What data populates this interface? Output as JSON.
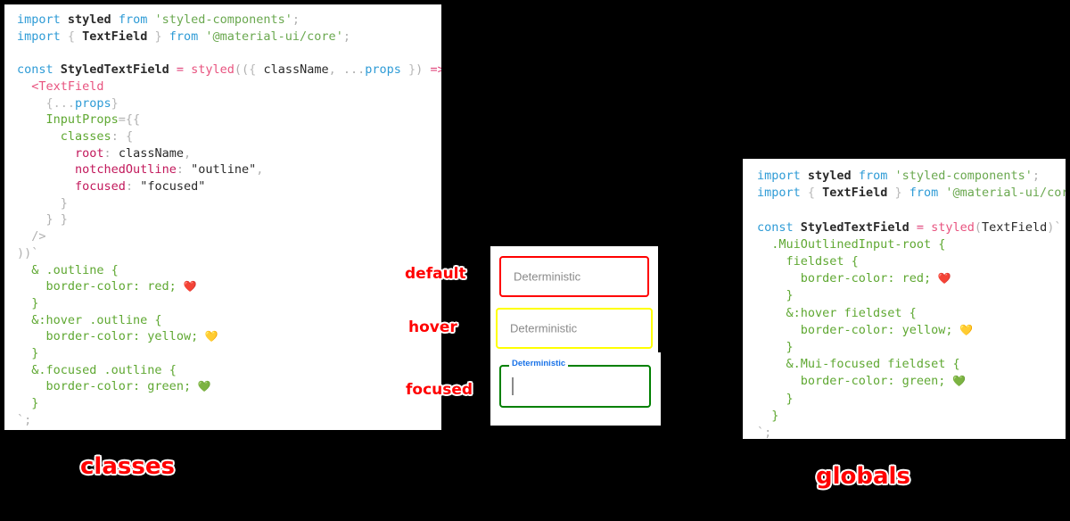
{
  "panels": {
    "classes": {
      "title": "classes",
      "lines": [
        [
          [
            "import ",
            "t-kw"
          ],
          [
            "styled",
            "t-name"
          ],
          [
            " ",
            "t-plain"
          ],
          [
            "from",
            "t-kw"
          ],
          [
            " ",
            "t-plain"
          ],
          [
            "'styled-components'",
            "t-str"
          ],
          [
            ";",
            "t-dim"
          ]
        ],
        [
          [
            "import ",
            "t-kw"
          ],
          [
            "{ ",
            "t-punct"
          ],
          [
            "TextField",
            "t-name"
          ],
          [
            " }",
            "t-punct"
          ],
          [
            " ",
            "t-plain"
          ],
          [
            "from",
            "t-kw"
          ],
          [
            " ",
            "t-plain"
          ],
          [
            "'@material-ui/core'",
            "t-str"
          ],
          [
            ";",
            "t-dim"
          ]
        ],
        [],
        [
          [
            "const",
            "t-kw"
          ],
          [
            " ",
            "t-plain"
          ],
          [
            "StyledTextField",
            "t-name"
          ],
          [
            " ",
            "t-plain"
          ],
          [
            "=",
            "t-op"
          ],
          [
            " ",
            "t-plain"
          ],
          [
            "styled",
            "t-fn"
          ],
          [
            "((",
            "t-dim"
          ],
          [
            "{ ",
            "t-punct"
          ],
          [
            "className",
            "t-plain"
          ],
          [
            ",",
            "t-dim"
          ],
          [
            " ...",
            "t-dim"
          ],
          [
            "props",
            "t-var"
          ],
          [
            " }",
            "t-punct"
          ],
          [
            ")",
            "t-dim"
          ],
          [
            " ",
            "t-plain"
          ],
          [
            "=>",
            "t-op"
          ],
          [
            " (",
            "t-dim"
          ]
        ],
        [
          [
            "  ",
            "t-plain"
          ],
          [
            "<TextField",
            "t-fn"
          ]
        ],
        [
          [
            "    ",
            "t-plain"
          ],
          [
            "{...",
            "t-punct"
          ],
          [
            "props",
            "t-var"
          ],
          [
            "}",
            "t-punct"
          ]
        ],
        [
          [
            "    ",
            "t-plain"
          ],
          [
            "InputProps",
            "t-green"
          ],
          [
            "={{",
            "t-dim"
          ]
        ],
        [
          [
            "      ",
            "t-plain"
          ],
          [
            "classes",
            "t-green"
          ],
          [
            ": {",
            "t-dim"
          ]
        ],
        [
          [
            "        ",
            "t-plain"
          ],
          [
            "root",
            "t-prop"
          ],
          [
            ": ",
            "t-dim"
          ],
          [
            "className",
            "t-plain"
          ],
          [
            ",",
            "t-dim"
          ]
        ],
        [
          [
            "        ",
            "t-plain"
          ],
          [
            "notchedOutline",
            "t-prop"
          ],
          [
            ": ",
            "t-dim"
          ],
          [
            "\"outline\"",
            "t-plain"
          ],
          [
            ",",
            "t-dim"
          ]
        ],
        [
          [
            "        ",
            "t-plain"
          ],
          [
            "focused",
            "t-prop"
          ],
          [
            ": ",
            "t-dim"
          ],
          [
            "\"focused\"",
            "t-plain"
          ]
        ],
        [
          [
            "      }",
            "t-dim"
          ]
        ],
        [
          [
            "    } }",
            "t-dim"
          ]
        ],
        [
          [
            "  />",
            "t-dim"
          ]
        ],
        [
          [
            "))`",
            "t-dim"
          ]
        ],
        [
          [
            "  ",
            "t-plain"
          ],
          [
            "& .outline {",
            "t-css"
          ]
        ],
        [
          [
            "    ",
            "t-plain"
          ],
          [
            "border-color: red;",
            "t-css"
          ],
          [
            "  ❤️",
            "emoji"
          ]
        ],
        [
          [
            "  ",
            "t-plain"
          ],
          [
            "}",
            "t-css"
          ]
        ],
        [
          [
            "  ",
            "t-plain"
          ],
          [
            "&:hover .outline {",
            "t-css"
          ]
        ],
        [
          [
            "    ",
            "t-plain"
          ],
          [
            "border-color: yellow;",
            "t-css"
          ],
          [
            "  💛",
            "emoji"
          ]
        ],
        [
          [
            "  ",
            "t-plain"
          ],
          [
            "}",
            "t-css"
          ]
        ],
        [
          [
            "  ",
            "t-plain"
          ],
          [
            "&.focused .outline {",
            "t-css"
          ]
        ],
        [
          [
            "    ",
            "t-plain"
          ],
          [
            "border-color: green;",
            "t-css"
          ],
          [
            "  💚",
            "emoji"
          ]
        ],
        [
          [
            "  ",
            "t-plain"
          ],
          [
            "}",
            "t-css"
          ]
        ],
        [
          [
            "`;",
            "t-dim"
          ]
        ]
      ]
    },
    "globals": {
      "title": "globals",
      "lines": [
        [
          [
            "import ",
            "t-kw"
          ],
          [
            "styled",
            "t-name"
          ],
          [
            " ",
            "t-plain"
          ],
          [
            "from",
            "t-kw"
          ],
          [
            " ",
            "t-plain"
          ],
          [
            "'styled-components'",
            "t-str"
          ],
          [
            ";",
            "t-dim"
          ]
        ],
        [
          [
            "import ",
            "t-kw"
          ],
          [
            "{ ",
            "t-punct"
          ],
          [
            "TextField",
            "t-name"
          ],
          [
            " }",
            "t-punct"
          ],
          [
            " ",
            "t-plain"
          ],
          [
            "from",
            "t-kw"
          ],
          [
            " ",
            "t-plain"
          ],
          [
            "'@material-ui/core'",
            "t-str"
          ],
          [
            ";",
            "t-dim"
          ]
        ],
        [],
        [
          [
            "const",
            "t-kw"
          ],
          [
            " ",
            "t-plain"
          ],
          [
            "StyledTextField",
            "t-name"
          ],
          [
            " ",
            "t-plain"
          ],
          [
            "=",
            "t-op"
          ],
          [
            " ",
            "t-plain"
          ],
          [
            "styled",
            "t-fn"
          ],
          [
            "(",
            "t-dim"
          ],
          [
            "TextField",
            "t-plain"
          ],
          [
            ")`",
            "t-dim"
          ]
        ],
        [
          [
            "  ",
            "t-plain"
          ],
          [
            ".MuiOutlinedInput-root {",
            "t-css"
          ]
        ],
        [
          [
            "    ",
            "t-plain"
          ],
          [
            "fieldset {",
            "t-css"
          ]
        ],
        [
          [
            "      ",
            "t-plain"
          ],
          [
            "border-color: red;",
            "t-css"
          ],
          [
            "  ❤️",
            "emoji"
          ]
        ],
        [
          [
            "    ",
            "t-plain"
          ],
          [
            "}",
            "t-css"
          ]
        ],
        [
          [
            "    ",
            "t-plain"
          ],
          [
            "&:hover fieldset {",
            "t-css"
          ]
        ],
        [
          [
            "      ",
            "t-plain"
          ],
          [
            "border-color: yellow;",
            "t-css"
          ],
          [
            "  💛",
            "emoji"
          ]
        ],
        [
          [
            "    ",
            "t-plain"
          ],
          [
            "}",
            "t-css"
          ]
        ],
        [
          [
            "    ",
            "t-plain"
          ],
          [
            "&.Mui-focused fieldset {",
            "t-css"
          ]
        ],
        [
          [
            "      ",
            "t-plain"
          ],
          [
            "border-color: green;",
            "t-css"
          ],
          [
            "  💚",
            "emoji"
          ]
        ],
        [
          [
            "    ",
            "t-plain"
          ],
          [
            "}",
            "t-css"
          ]
        ],
        [
          [
            "  ",
            "t-plain"
          ],
          [
            "}",
            "t-css"
          ]
        ],
        [
          [
            "`;",
            "t-dim"
          ]
        ]
      ]
    }
  },
  "demo": {
    "fields": {
      "default": {
        "state_label": "default",
        "value": "Deterministic",
        "border_color": "#ff0000"
      },
      "hover": {
        "state_label": "hover",
        "value": "Deterministic",
        "border_color": "#ffff00"
      },
      "focused": {
        "state_label": "focused",
        "legend": "Deterministic",
        "value": "",
        "border_color": "#008000",
        "legend_color": "#1a73e8"
      }
    }
  },
  "colors": {
    "background": "#000000",
    "panel": "#ffffff",
    "annotation": "#ff0000",
    "red": "#ff0000",
    "yellow": "#ffff00",
    "green": "#008000"
  }
}
